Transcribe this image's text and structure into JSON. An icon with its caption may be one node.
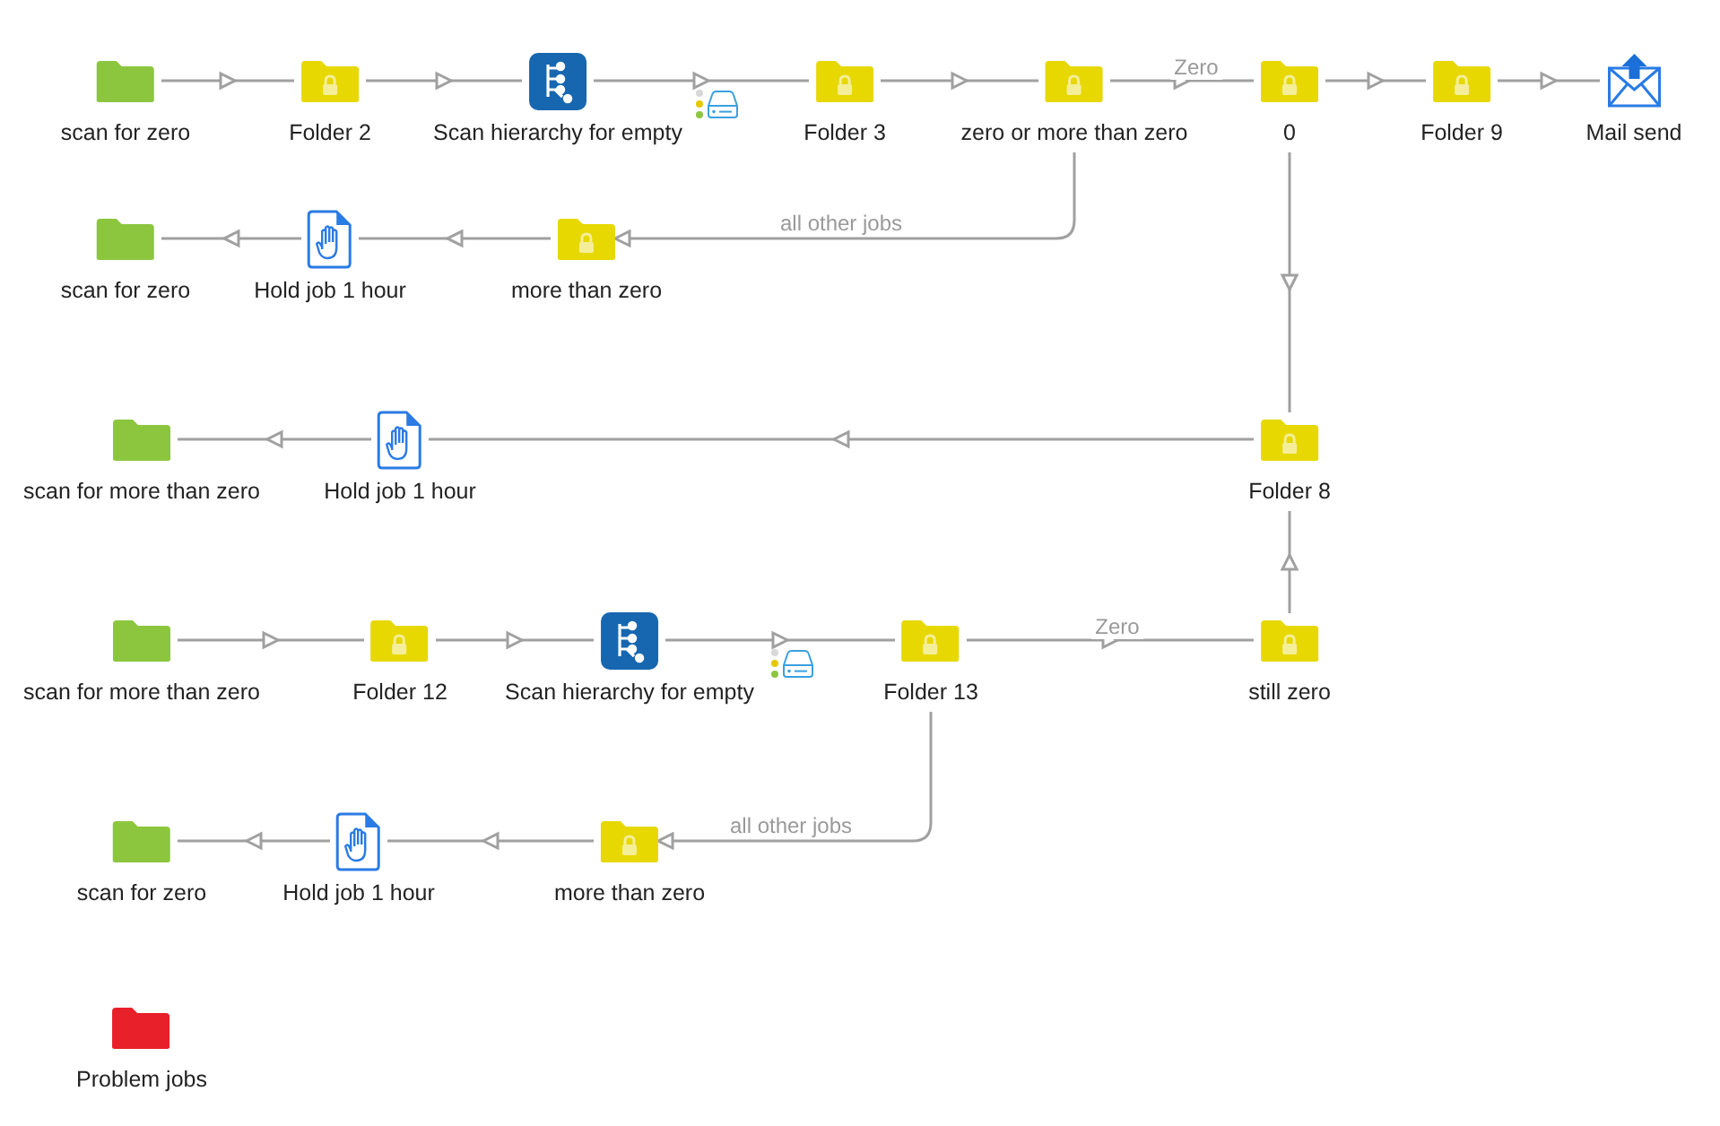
{
  "diagram": {
    "nodes": [
      {
        "text": [
          "scan for zero"
        ]
      },
      {
        "text": [
          "Folder 2"
        ]
      },
      {
        "text": [
          "Scan hierarchy for empty"
        ]
      },
      {
        "text": [
          "Folder 3"
        ]
      },
      {
        "text": [
          "zero or more than zero"
        ]
      },
      {
        "text": [
          "0"
        ]
      },
      {
        "text": [
          "Folder 9"
        ]
      },
      {
        "text": [
          "Mail send"
        ]
      },
      {
        "text": [
          "scan for zero"
        ]
      },
      {
        "text": [
          "Hold job 1 hour"
        ]
      },
      {
        "text": [
          "more than zero"
        ]
      },
      {
        "text": [
          "scan for more than zero"
        ]
      },
      {
        "text": [
          "Hold job 1 hour"
        ]
      },
      {
        "text": [
          "Folder 8"
        ]
      },
      {
        "text": [
          "scan for more than zero"
        ]
      },
      {
        "text": [
          "Folder 12"
        ]
      },
      {
        "text": [
          "Scan hierarchy for empty"
        ]
      },
      {
        "text": [
          "Folder 13"
        ]
      },
      {
        "text": [
          "still zero"
        ]
      },
      {
        "text": [
          "scan for zero"
        ]
      },
      {
        "text": [
          "Hold job 1 hour"
        ]
      },
      {
        "text": [
          "more than zero"
        ]
      },
      {
        "text": [
          "Problem jobs"
        ]
      }
    ],
    "edges": [
      {
        "from": 0,
        "to": 1,
        "arrow": "to"
      },
      {
        "from": 1,
        "to": 2,
        "arrow": "to"
      },
      {
        "from": 2,
        "to": 3,
        "arrow": "to"
      },
      {
        "from": 3,
        "to": 4,
        "arrow": "to"
      },
      {
        "from": 4,
        "to": 5,
        "arrow": "to",
        "label": "Zero"
      },
      {
        "from": 5,
        "to": 6,
        "arrow": "to"
      },
      {
        "from": 6,
        "to": 7,
        "arrow": "to"
      },
      {
        "from": 4,
        "to": 10,
        "arrow": "to",
        "label": "all other jobs"
      },
      {
        "from": 10,
        "to": 9,
        "arrow": "to"
      },
      {
        "from": 9,
        "to": 8,
        "arrow": "to"
      },
      {
        "from": 5,
        "to": 13,
        "arrow": "to"
      },
      {
        "from": 13,
        "to": 12,
        "arrow": "to"
      },
      {
        "from": 12,
        "to": 11,
        "arrow": "to"
      },
      {
        "from": 14,
        "to": 15,
        "arrow": "to"
      },
      {
        "from": 15,
        "to": 16,
        "arrow": "to"
      },
      {
        "from": 16,
        "to": 17,
        "arrow": "to"
      },
      {
        "from": 17,
        "to": 18,
        "arrow": "to",
        "label": "Zero"
      },
      {
        "from": 18,
        "to": 13,
        "arrow": "to"
      },
      {
        "from": 17,
        "to": 21,
        "arrow": "to",
        "label": "all other jobs"
      },
      {
        "from": 21,
        "to": 20,
        "arrow": "to"
      },
      {
        "from": 20,
        "to": 19,
        "arrow": "to"
      }
    ]
  }
}
